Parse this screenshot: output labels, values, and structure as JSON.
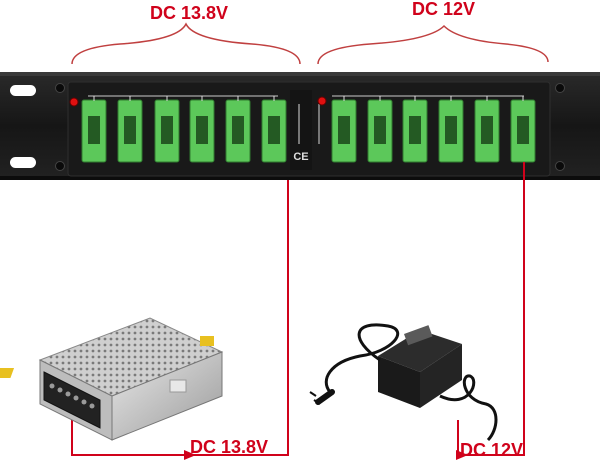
{
  "labels": {
    "top_left": "DC 13.8V",
    "top_right": "DC 12V",
    "bottom_left": "DC 13.8V",
    "bottom_right": "DC 12V"
  },
  "panel": {
    "ce_mark": "CE"
  },
  "colors": {
    "accent": "#d0021b",
    "panel": "#1c1c1c",
    "fuse_holder": "#5cc85a",
    "brace": "#c04040"
  }
}
